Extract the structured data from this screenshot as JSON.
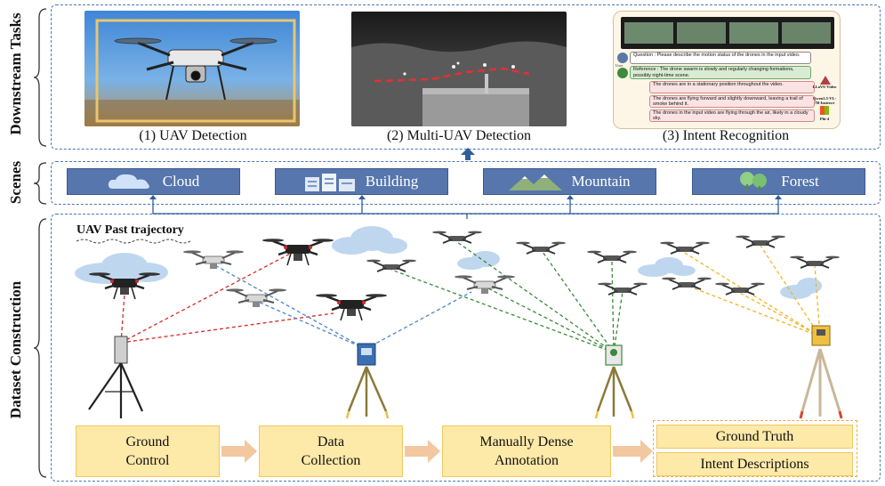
{
  "sections": {
    "downstream": "Downstream Tasks",
    "scenes": "Scenes",
    "dataset": "Dataset Construction"
  },
  "tasks": [
    {
      "caption": "(1) UAV Detection"
    },
    {
      "caption": "(2) Multi-UAV Detection"
    },
    {
      "caption": "(3) Intent Recognition"
    }
  ],
  "intent_panel": {
    "question": "Question : Please describe the motion status of the drones in the input video.",
    "reference": "Reference : The drone swarm is slowly and regularly changing formations, possibly night-time scene.",
    "user_label": "User",
    "answers": [
      {
        "text": "The drones are in a stationary position throughout the video.",
        "model": "LLaVA-Video"
      },
      {
        "text": "The drones are flying forward and slightly downward, leaving a trail of smoke behind it.",
        "model": "Qwen2.5-VL-7B-Instruct"
      },
      {
        "text": "The drones in the input video are flying through the air, likely in a cloudy sky.",
        "model": "Phi-4"
      }
    ]
  },
  "scenes": [
    {
      "label": "Cloud",
      "icon": "cloud-icon"
    },
    {
      "label": "Building",
      "icon": "building-icon"
    },
    {
      "label": "Mountain",
      "icon": "mountain-icon"
    },
    {
      "label": "Forest",
      "icon": "forest-icon"
    }
  ],
  "trajectory_label": "UAV Past trajectory",
  "steps": [
    {
      "label": "Ground Control"
    },
    {
      "label": "Data Collection"
    },
    {
      "label": "Manually Dense Annotation"
    }
  ],
  "outputs": [
    {
      "label": "Ground Truth"
    },
    {
      "label": "Intent Descriptions"
    }
  ],
  "colors": {
    "frame": "#4a78b8",
    "scene_fill": "#5676ad",
    "step_fill": "#fde9a8",
    "step_border": "#f1c861",
    "arrow": "#f3c7a0",
    "red_link": "#d62828",
    "blue_link": "#4a86c8",
    "green_link": "#3a8a3a",
    "yellow_link": "#f0b428"
  }
}
